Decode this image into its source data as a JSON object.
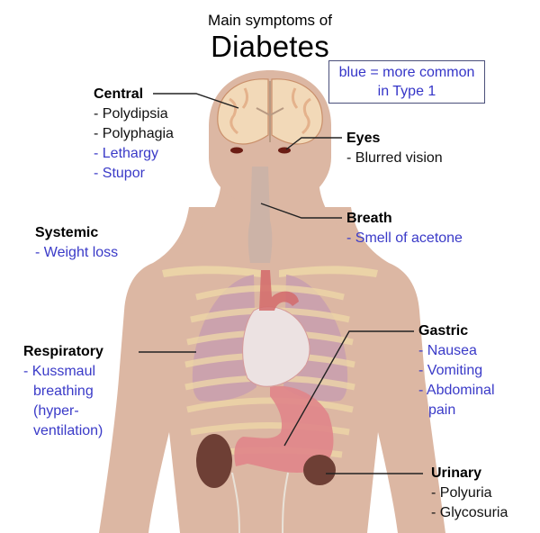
{
  "title": {
    "line1": "Main symptoms of",
    "line2": "Diabetes"
  },
  "legend": {
    "line1": "blue = more common",
    "line2": "in Type 1",
    "text_color": "#3a3ac8"
  },
  "colors": {
    "common": "#111111",
    "type1": "#3a3ac8",
    "skin": "#dcb7a3",
    "leader_line": "#222222"
  },
  "groups": {
    "central": {
      "heading": "Central",
      "items": [
        {
          "text": "- Polydipsia",
          "type1": false
        },
        {
          "text": "- Polyphagia",
          "type1": false
        },
        {
          "text": "- Lethargy",
          "type1": true
        },
        {
          "text": "- Stupor",
          "type1": true
        }
      ]
    },
    "eyes": {
      "heading": "Eyes",
      "items": [
        {
          "text": "- Blurred vision",
          "type1": false
        }
      ]
    },
    "breath": {
      "heading": "Breath",
      "items": [
        {
          "text": "- Smell of acetone",
          "type1": true
        }
      ]
    },
    "systemic": {
      "heading": "Systemic",
      "items": [
        {
          "text": "- Weight loss",
          "type1": true
        }
      ]
    },
    "respiratory": {
      "heading": "Respiratory",
      "items": [
        {
          "text": "- Kussmaul",
          "type1": true
        },
        {
          "text": "breathing",
          "type1": true
        },
        {
          "text": "(hyper-",
          "type1": true
        },
        {
          "text": "ventilation)",
          "type1": true
        }
      ]
    },
    "gastric": {
      "heading": "Gastric",
      "items": [
        {
          "text": "- Nausea",
          "type1": true
        },
        {
          "text": "- Vomiting",
          "type1": true
        },
        {
          "text": "- Abdominal",
          "type1": true
        },
        {
          "text": "pain",
          "type1": true
        }
      ]
    },
    "urinary": {
      "heading": "Urinary",
      "items": [
        {
          "text": "- Polyuria",
          "type1": false
        },
        {
          "text": "- Glycosuria",
          "type1": false
        }
      ]
    }
  },
  "organs": [
    "brain",
    "eyes",
    "larynx-trachea",
    "lungs",
    "heart",
    "rib-cage",
    "stomach",
    "kidneys",
    "ureters"
  ]
}
